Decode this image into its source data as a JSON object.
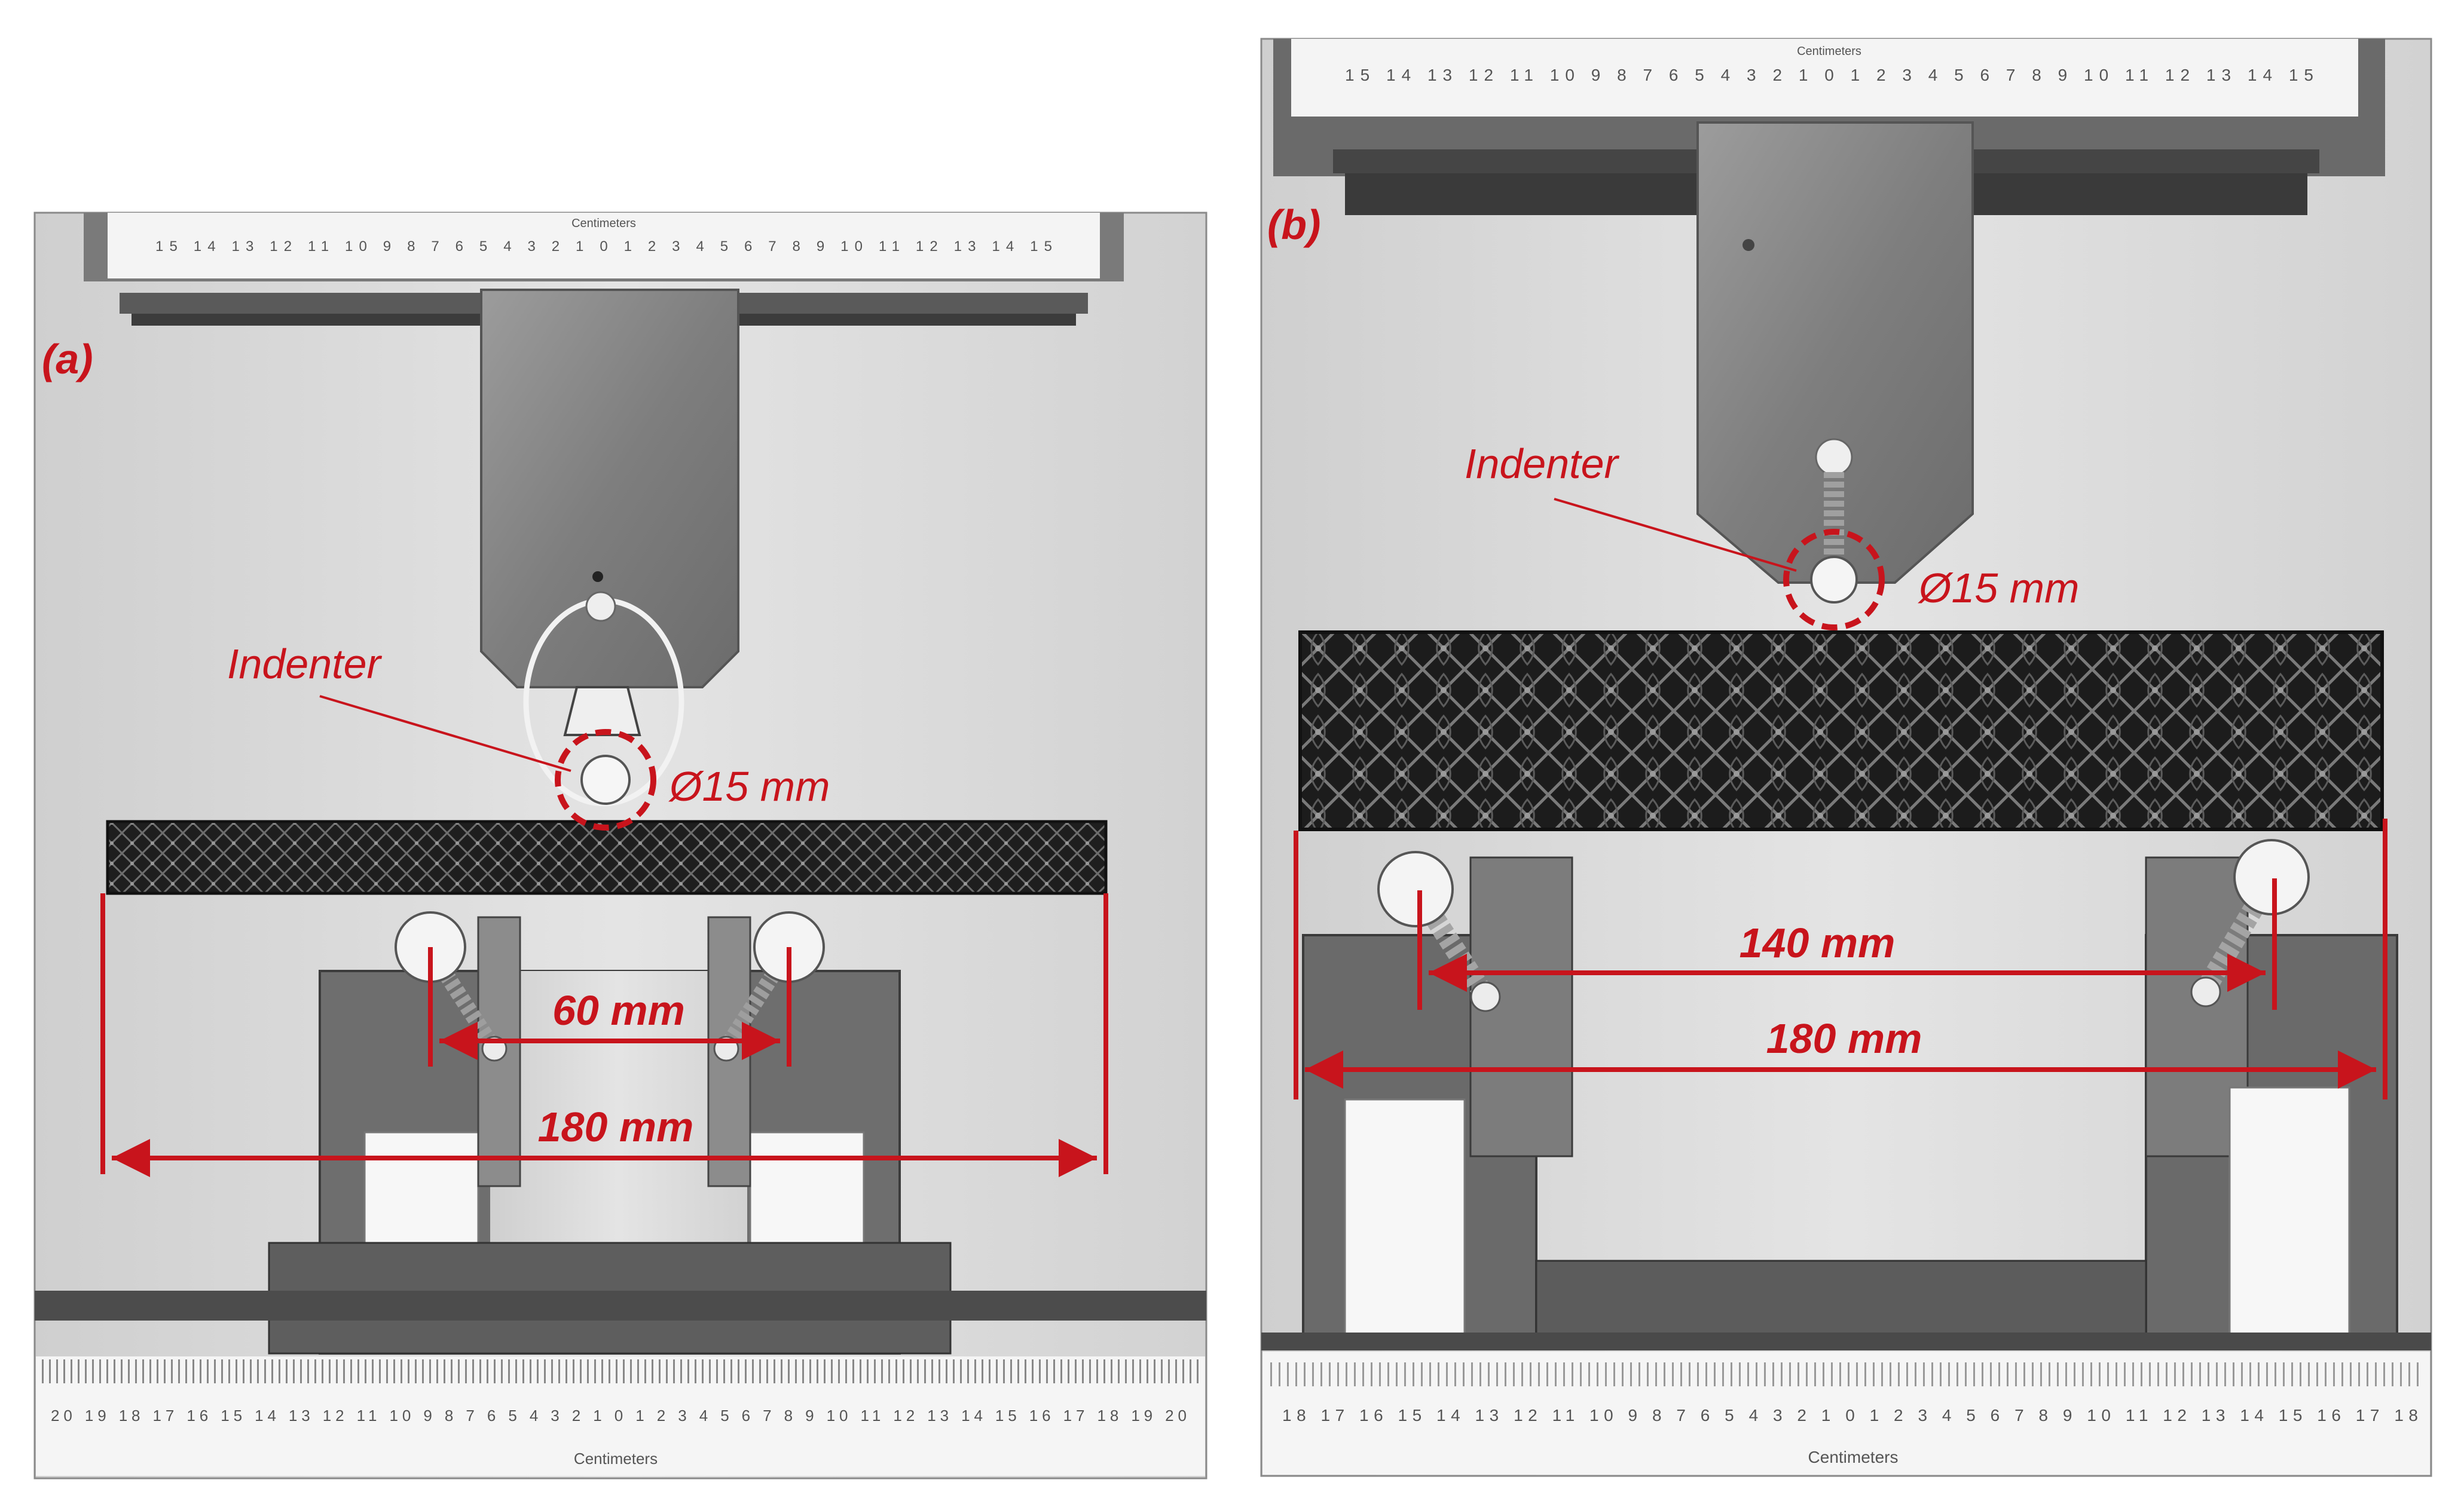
{
  "panels": [
    {
      "id": "a",
      "label": "(a)",
      "indenter_label": "Indenter",
      "diameter_label": "Ø15 mm",
      "span_inner_label": "60 mm",
      "span_outer_label": "180 mm",
      "top_ruler_title": "Centimeters",
      "top_ruler_ticks": "15 14 13 12 11 10 9 8 7 6 5 4 3 2 1 0 1 2 3 4 5 6 7 8 9 10 11 12 13 14 15",
      "bottom_ruler_title": "Centimeters",
      "bottom_ruler_ticks": "20 19 18 17 16 15 14 13 12 11 10 9 8 7 6 5 4 3 2 1 0 1 2 3 4 5 6 7 8 9 10 11 12 13 14 15 16 17 18 19 20"
    },
    {
      "id": "b",
      "label": "(b)",
      "indenter_label": "Indenter",
      "diameter_label": "Ø15 mm",
      "span_inner_label": "140 mm",
      "span_outer_label": "180 mm",
      "top_ruler_title": "Centimeters",
      "top_ruler_ticks": "15 14 13 12 11 10 9 8 7 6 5 4 3 2 1 0 1 2 3 4 5 6 7 8 9 10 11 12 13 14 15",
      "bottom_ruler_title": "Centimeters",
      "bottom_ruler_ticks": "18 17 16 15 14 13 12 11 10 9 8 7 6 5 4 3 2 1 0 1 2 3 4 5 6 7 8 9 10 11 12 13 14 15 16 17 18"
    }
  ],
  "colors": {
    "annotation": "#c8141c",
    "lattice": "#1e1e1e",
    "steel": "#8a8a8a",
    "background": "#d9d9d9"
  }
}
